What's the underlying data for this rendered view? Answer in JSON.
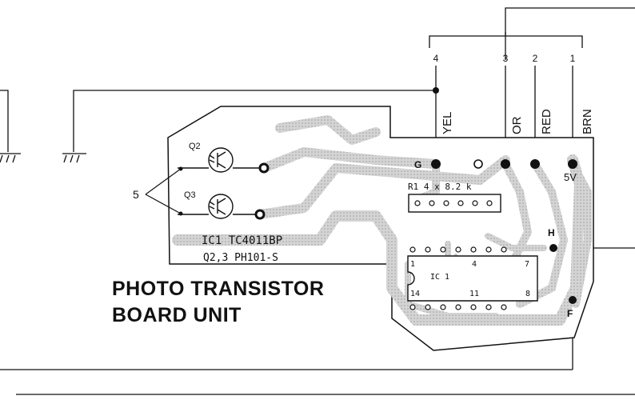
{
  "title": {
    "line1": "PHOTO TRANSISTOR",
    "line2": "BOARD UNIT"
  },
  "connector": {
    "pins": [
      {
        "number": "4",
        "wire": "YEL"
      },
      {
        "number": "3",
        "wire": "OR"
      },
      {
        "number": "2",
        "wire": "RED"
      },
      {
        "number": "1",
        "wire": "BRN"
      }
    ]
  },
  "board": {
    "points": {
      "g": "G",
      "h": "H",
      "f": "F",
      "v5": "5V"
    },
    "transistors": {
      "q2": "Q2",
      "q3": "Q3",
      "callout": "5"
    },
    "resistor_label": "R1   4 x 8.2 k",
    "ic_line": "IC1  TC4011BP",
    "q_line": "Q2,3  PH101-S",
    "ic": {
      "name": "IC 1",
      "pin1": "1",
      "pin4": "4",
      "pin7": "7",
      "pin14": "14",
      "pin11": "11",
      "pin8": "8"
    }
  },
  "colors": {
    "ink": "#111111",
    "trace": "#b8b8b8",
    "paper": "#ffffff"
  }
}
